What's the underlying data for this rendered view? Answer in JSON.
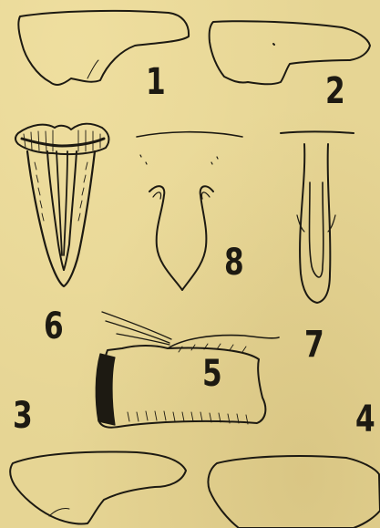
{
  "figure_numbers": [
    "1",
    "2",
    "3",
    "4",
    "5",
    "6",
    "7",
    "8"
  ],
  "colors": {
    "paper": "#e6d594",
    "ink": "#1d1a12"
  }
}
